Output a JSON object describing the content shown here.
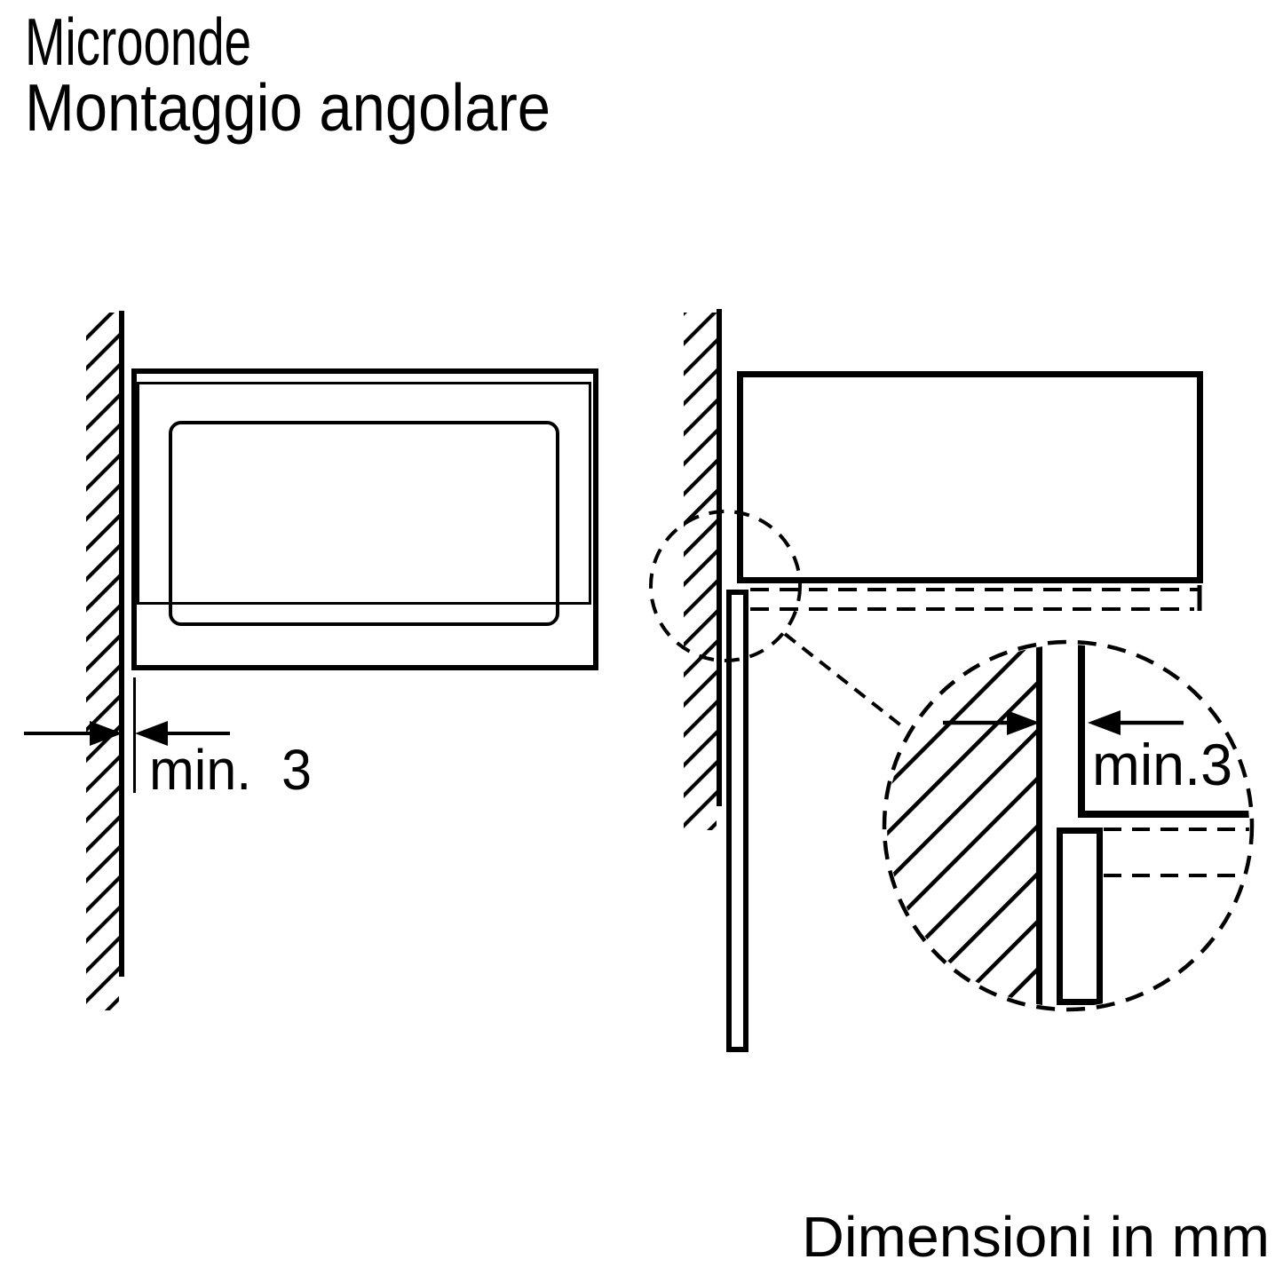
{
  "page": {
    "background": "#ffffff",
    "line_color": "#000000"
  },
  "title": {
    "line1": "Microonde",
    "line2": "Montaggio angolare"
  },
  "front_view": {
    "dimension_label": "min.  3"
  },
  "detail_view": {
    "dimension_label": "min.3"
  },
  "footer": {
    "units_note": "Dimensioni in mm"
  }
}
